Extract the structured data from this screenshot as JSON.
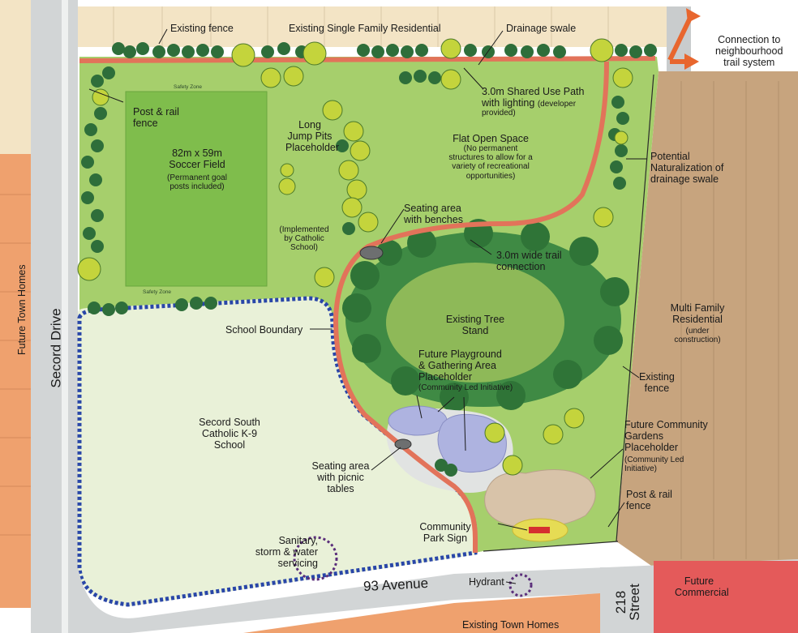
{
  "colors": {
    "park_grass": "#a6cf6c",
    "soccer_field": "#7fbd4c",
    "school_grounds": "#e9f1d8",
    "trail": "#e2735a",
    "school_boundary": "#2946a8",
    "pond": "#aeb3e0",
    "garden": "#d8c3a9",
    "residential_beige": "#f3e4c5",
    "town_homes_orange": "#efa16e",
    "multi_family": "#c7a47e",
    "commercial_red": "#e45a5a",
    "road": "#bfc3c4",
    "connection_arrow": "#e8662e"
  },
  "labels": {
    "existing_fence_top": "Existing  fence",
    "existing_sfr": "Existing Single Family Residential",
    "drainage_swale": "Drainage swale",
    "connection": [
      "Connection to",
      "neighbourhood",
      "trail system"
    ],
    "safety_zone_top": "Safety Zone",
    "safety_zone_bottom": "Safety Zone",
    "post_rail_fence_top": [
      "Post & rail",
      "fence"
    ],
    "soccer": [
      "82m x 59m",
      "Soccer Field"
    ],
    "soccer_note": [
      "(Permanent goal",
      "posts included)"
    ],
    "long_jump": [
      "Long",
      "Jump Pits",
      "Placeholder"
    ],
    "implemented": [
      "(Implemented",
      "by Catholic",
      "School)"
    ],
    "shared_use": [
      "3.0m Shared Use Path",
      "with lighting"
    ],
    "shared_use_note": "(developer",
    "shared_use_note2": "provided)",
    "flat_open": "Flat Open Space",
    "flat_open_note": [
      "(No permanent",
      "structures to allow for a",
      "variety of recreational",
      "opportunities)"
    ],
    "naturalization": [
      "Potential",
      "Naturalization of",
      "drainage swale"
    ],
    "seating_benches": [
      "Seating area",
      "with benches"
    ],
    "trail_connection": [
      "3.0m wide trail",
      "connection"
    ],
    "tree_stand": [
      "Existing Tree",
      "Stand"
    ],
    "multi_family": [
      "Multi Family",
      "Residential"
    ],
    "multi_family_note": [
      "(under",
      "construction)"
    ],
    "school_boundary": "School Boundary",
    "playground": [
      "Future Playground",
      "& Gathering Area",
      "Placeholder"
    ],
    "playground_note": "(Community Led Initiative)",
    "existing_fence_right": [
      "Existing",
      "fence"
    ],
    "school": [
      "Secord South",
      "Catholic K-9",
      "School"
    ],
    "seating_picnic": [
      "Seating area",
      "with picnic",
      "tables"
    ],
    "gardens": [
      "Future Community",
      "Gardens",
      "Placeholder"
    ],
    "gardens_note": [
      "(Community Led",
      "Initiative)"
    ],
    "post_rail_fence_right": [
      "Post & rail",
      "fence"
    ],
    "park_sign": [
      "Community",
      "Park Sign"
    ],
    "servicing": [
      "Sanitary,",
      "storm & water",
      "servicing"
    ],
    "hydrant": "Hydrant",
    "future_commercial": [
      "Future",
      "Commercial"
    ],
    "existing_town_homes": "Existing Town Homes",
    "future_town_homes": "Future Town Homes",
    "secord_drive": "Secord Drive",
    "avenue_93": "93 Avenue",
    "street_218": [
      "218",
      "Street"
    ]
  }
}
